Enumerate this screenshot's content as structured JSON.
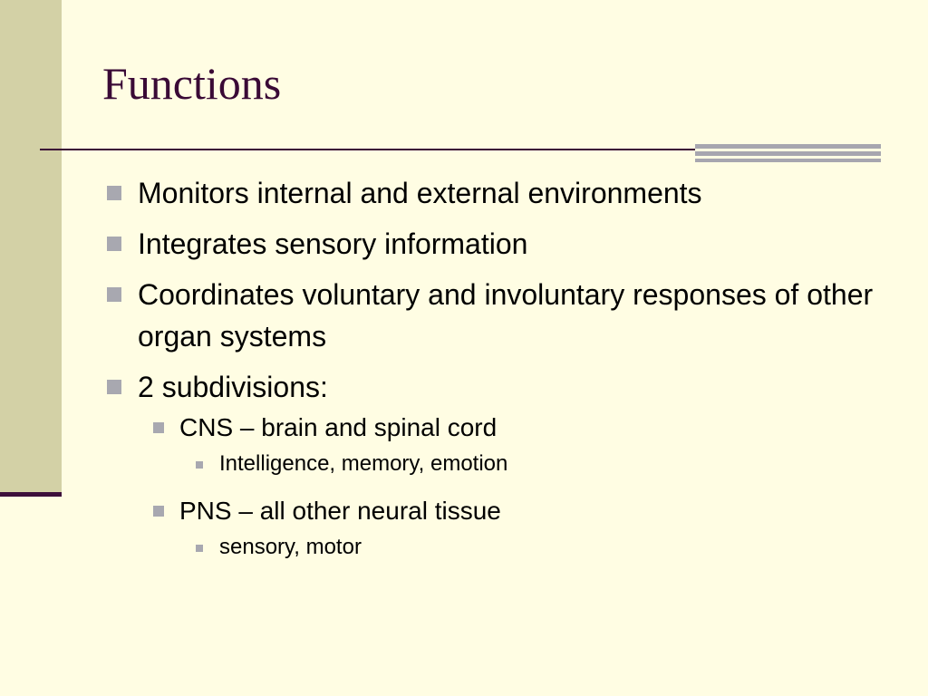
{
  "slide": {
    "title": "Functions",
    "bullets": [
      "Monitors internal and external environments",
      "Integrates sensory information",
      "Coordinates voluntary and involuntary responses of other organ systems",
      "2 subdivisions:"
    ],
    "subdivisions": [
      {
        "label": "CNS – brain and spinal cord",
        "detail": "Intelligence, memory, emotion"
      },
      {
        "label": "PNS – all other neural tissue",
        "detail": "sensory, motor"
      }
    ]
  },
  "colors": {
    "background": "#FFFDE3",
    "sidebar": "#D3D1A6",
    "title": "#3A0A36",
    "bullet": "#A8A8B0",
    "accent_bars": "#A7A6AF"
  },
  "icons": {
    "bullet_marker": "square-bullet-icon"
  }
}
